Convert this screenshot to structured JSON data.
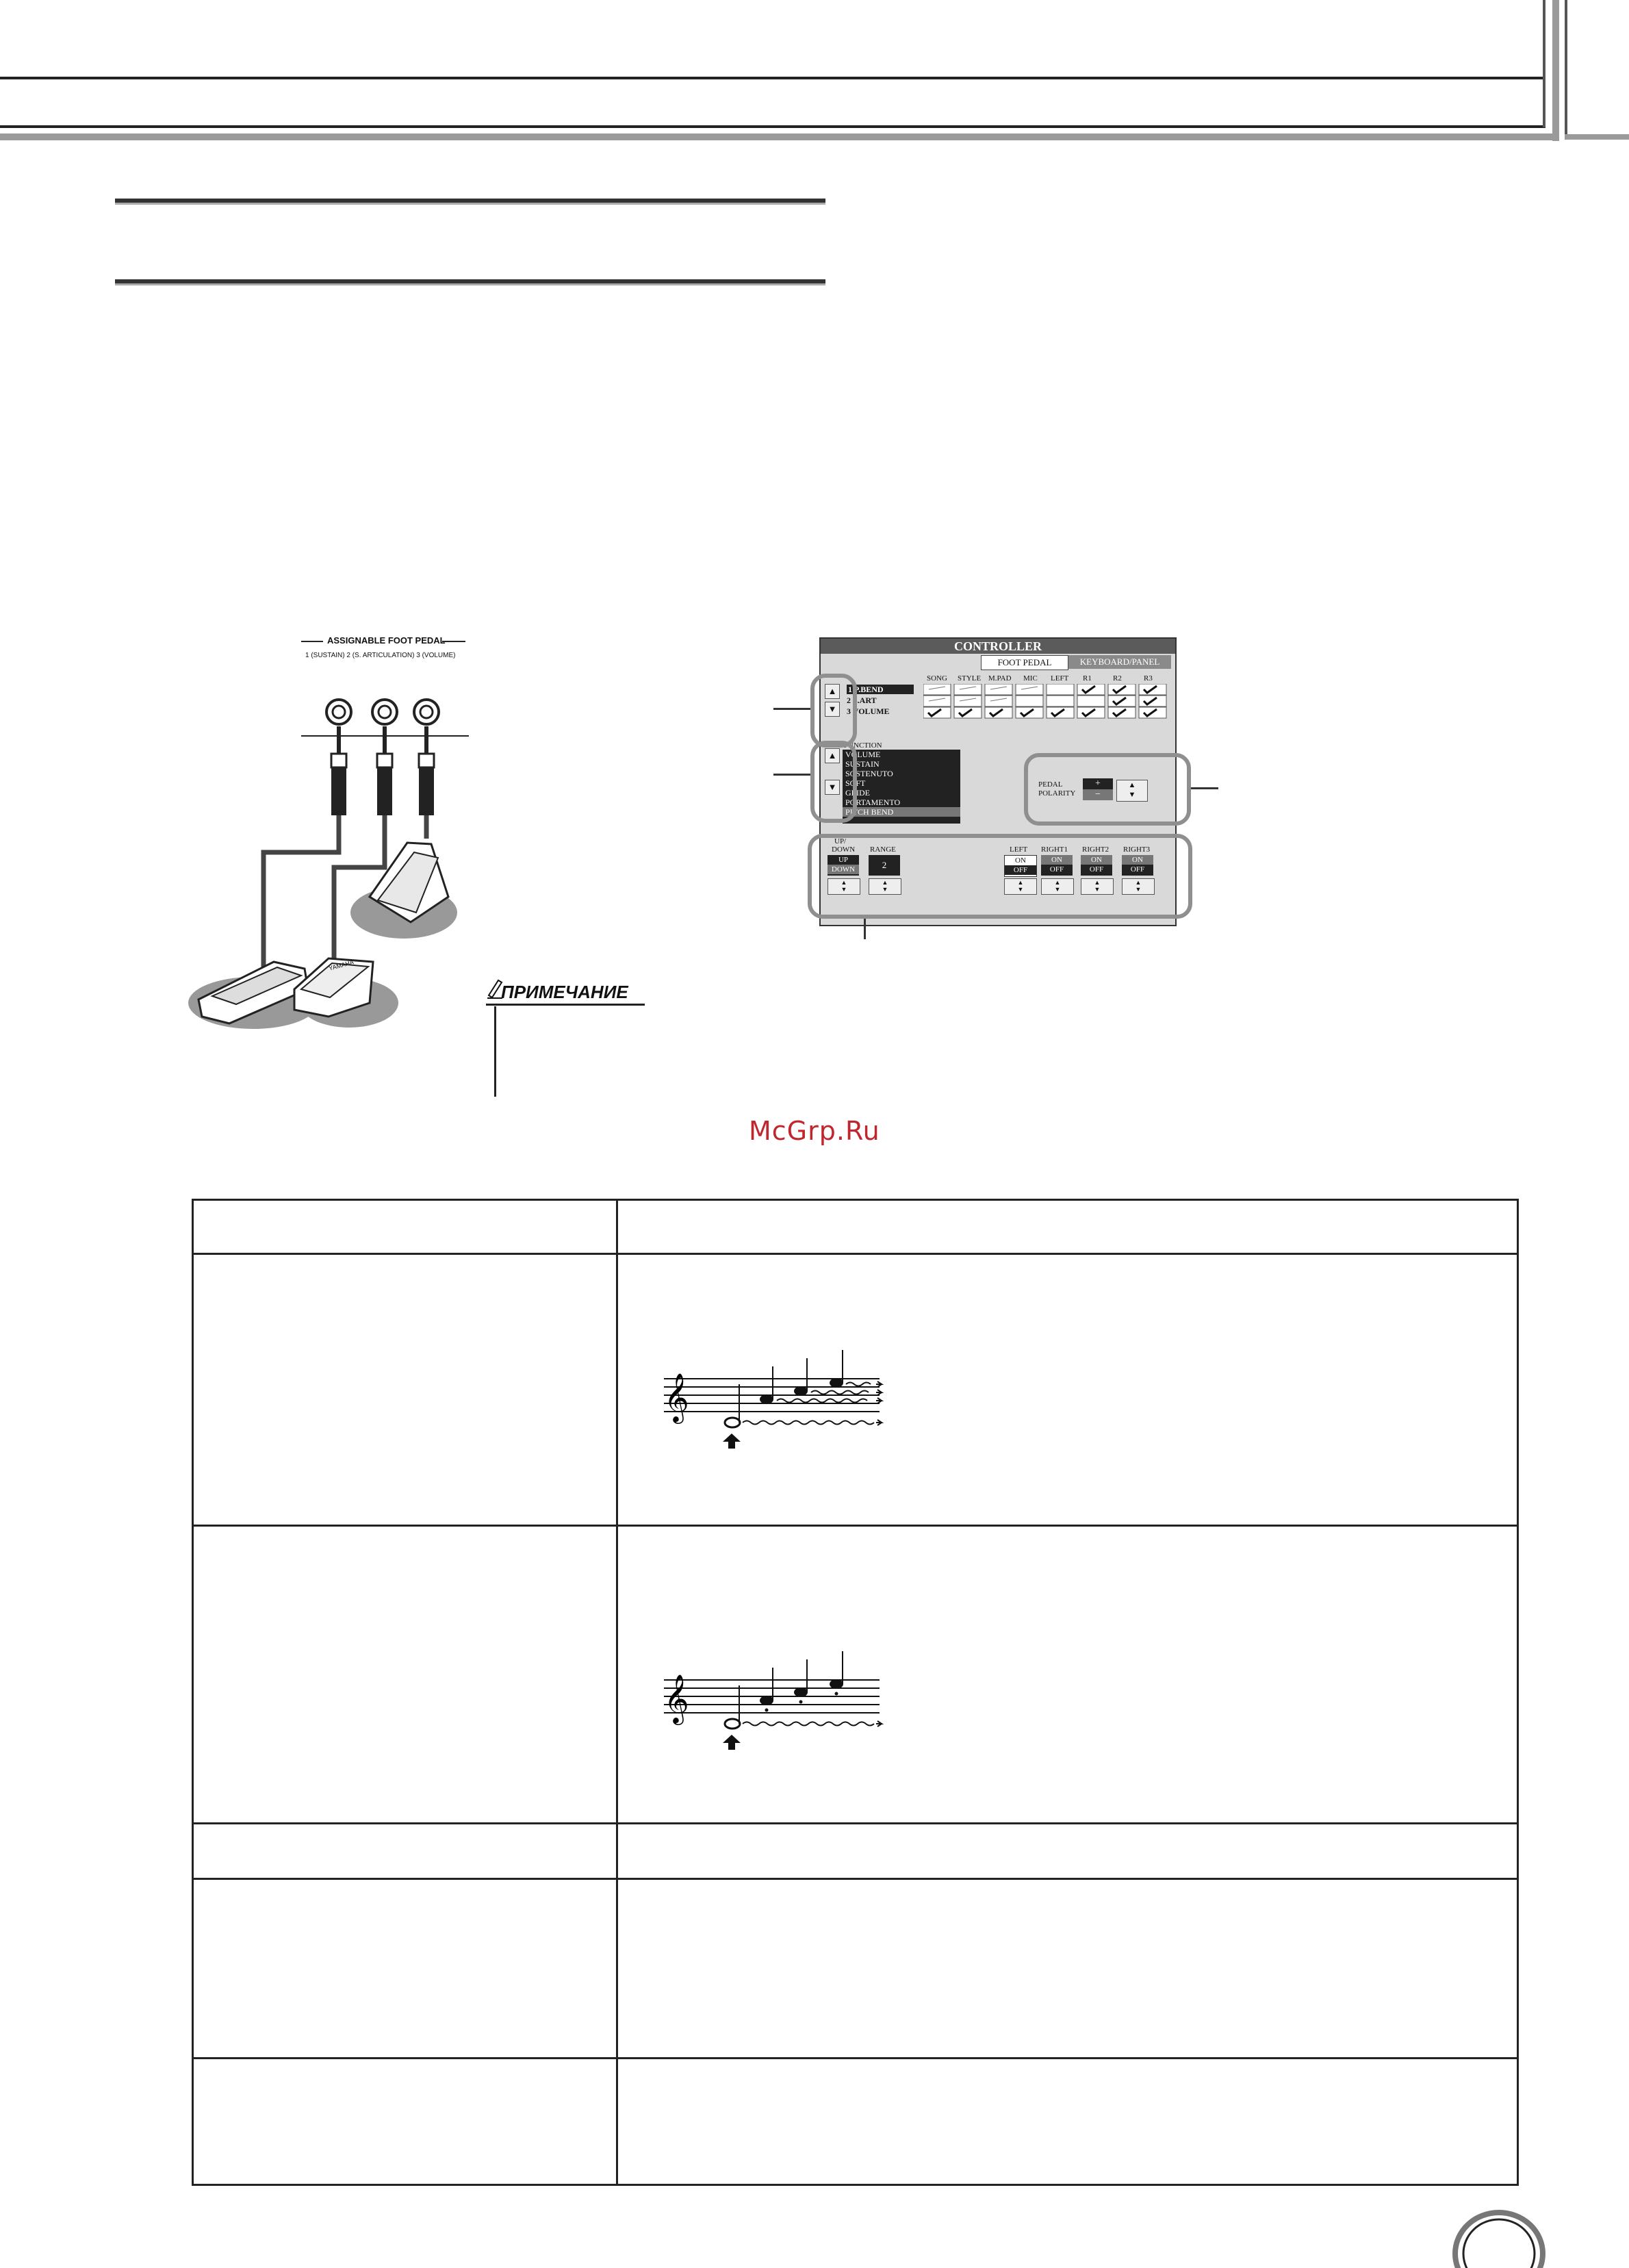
{
  "pedal_diagram": {
    "title": "ASSIGNABLE FOOT PEDAL",
    "subtitle": "1 (SUSTAIN)   2 (S. ARTICULATION)   3 (VOLUME)",
    "brand_mark": "YAMAHA"
  },
  "note": {
    "label": "ПРИМЕЧАНИЕ"
  },
  "controller_screen": {
    "title": "CONTROLLER",
    "tabs": [
      "FOOT PEDAL",
      "KEYBOARD/PANEL"
    ],
    "columns": [
      "SONG",
      "STYLE",
      "M.PAD",
      "MIC",
      "LEFT",
      "R1",
      "R2",
      "R3"
    ],
    "rows": [
      "1 P.BEND",
      "2 S.ART",
      "3 VOLUME"
    ],
    "function_label": "FUNCTION",
    "function_options": [
      "VOLUME",
      "SUSTAIN",
      "SOSTENUTO",
      "SOFT",
      "GLIDE",
      "PORTAMENTO",
      "PITCH BEND"
    ],
    "selected_function": "PITCH BEND",
    "pedal_polarity_label_1": "PEDAL",
    "pedal_polarity_label_2": "POLARITY",
    "polarity_plus": "+",
    "polarity_minus": "−",
    "updown_label_1": "UP/",
    "updown_label_2": "DOWN",
    "updown_up": "UP",
    "updown_down": "DOWN",
    "range_label": "RANGE",
    "range_value": "2",
    "left_label": "LEFT",
    "right1_label": "RIGHT1",
    "right2_label": "RIGHT2",
    "right3_label": "RIGHT3",
    "on": "ON",
    "off": "OFF"
  },
  "watermark": "McGrp.Ru",
  "colors": {
    "watermark": "#c0262d",
    "highlight_ring": "#8f8f8f",
    "lcd_bg": "#d9d9d9"
  }
}
